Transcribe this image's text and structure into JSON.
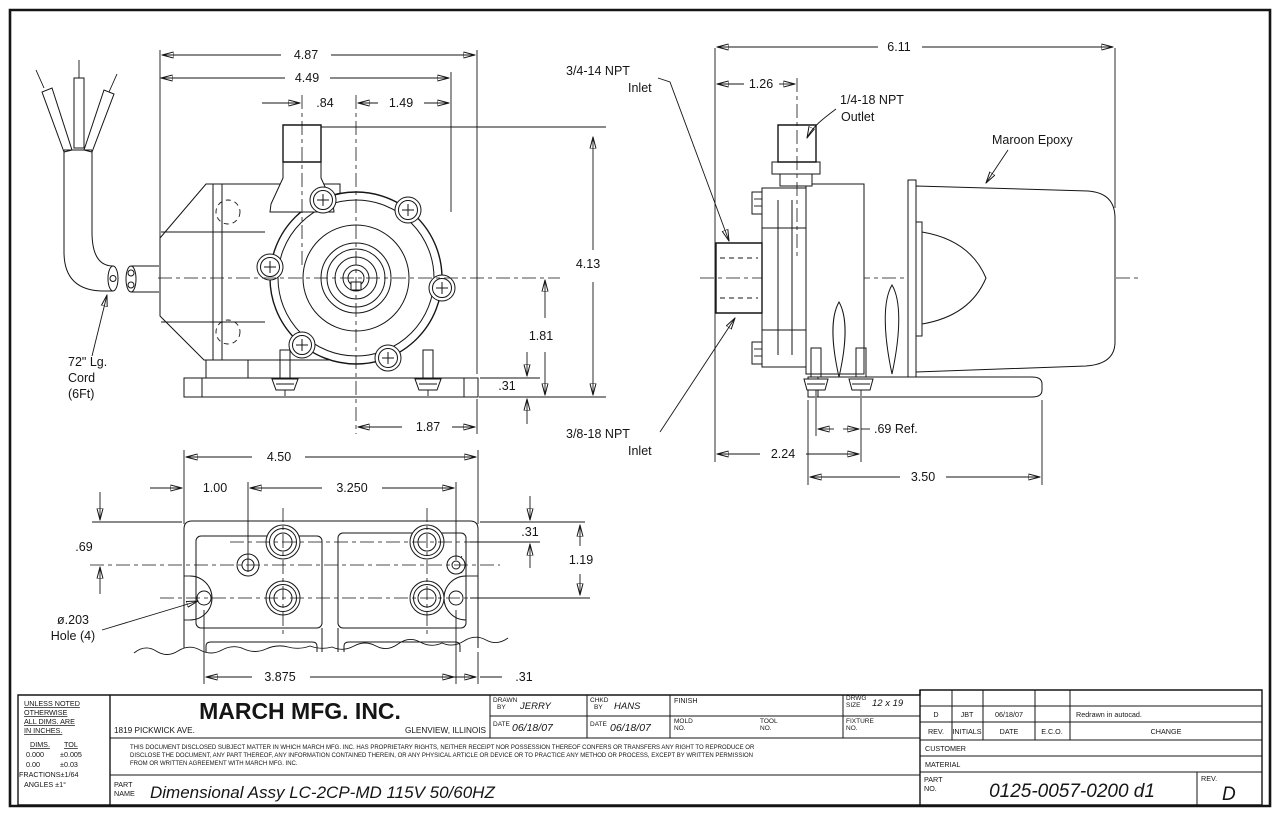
{
  "colors": {
    "ink": "#151515",
    "paper": "#ffffff"
  },
  "front_view": {
    "dim_overall_width": "4.87",
    "dim_body_width": "4.49",
    "dim_outlet_offset": ".84",
    "dim_outlet_to_edge": "1.49",
    "dim_overall_height": "4.13",
    "dim_centerline_height": "1.81",
    "dim_base_thickness": ".31",
    "dim_center_to_base_edge": "1.87",
    "cord_label_line1": "72\" Lg.",
    "cord_label_line2": "Cord",
    "cord_label_line3": "(6Ft)"
  },
  "side_view": {
    "dim_overall_length": "6.11",
    "dim_inlet_to_outlet": "1.26",
    "outlet_label_line1": "1/4-18 NPT",
    "outlet_label_line2": "Outlet",
    "inlet_front_label_line1": "3/4-14 NPT",
    "inlet_front_label_line2": "Inlet",
    "inlet_side_label_line1": "3/8-18 NPT",
    "inlet_side_label_line2": "Inlet",
    "epoxy_label": "Maroon Epoxy",
    "dim_stud_spacing": ".69  Ref.",
    "dim_inlet_to_stud": "2.24",
    "dim_base_length": "3.50"
  },
  "bottom_view": {
    "dim_base_width": "4.50",
    "dim_edge_to_hole": "1.00",
    "dim_hole_span": "3.250",
    "dim_edge_to_centerline": ".69",
    "dim_edge_to_hole_row": ".31",
    "dim_hole_row_span": "1.19",
    "hole_label_line1": "ø.203",
    "hole_label_line2": "Hole (4)",
    "dim_mount_hole_span": "3.875",
    "dim_hole_to_edge": ".31"
  },
  "title_block": {
    "tolerance_note_line1": "UNLESS NOTED",
    "tolerance_note_line2": "OTHERWISE",
    "tolerance_note_line3": "ALL DIMS. ARE",
    "tolerance_note_line4": "IN INCHES.",
    "dims_header": "DIMS.",
    "tol_header": "TOL",
    "tol_row1_dims": "0.000",
    "tol_row1_tol": "±0.005",
    "tol_row2_dims": "0.00",
    "tol_row2_tol": "±0.03",
    "tol_fractions": "FRACTIONS±1/64",
    "tol_angles": "ANGLES  ±1°",
    "company_name": "MARCH MFG. INC.",
    "company_address": "1819 PICKWICK AVE.",
    "company_city": "GLENVIEW, ILLINOIS",
    "drawn_label_line1": "DRAWN",
    "drawn_label_line2": "BY",
    "drawn_value": "JERRY",
    "checked_label_line1": "CHKD",
    "checked_label_line2": "BY",
    "checked_value": "HANS",
    "date_label": "DATE",
    "drawn_date": "06/18/07",
    "checked_date": "06/18/07",
    "finish_label": "FINISH",
    "drwg_label_line1": "DRWG",
    "drwg_label_line2": "SIZE",
    "drwg_size": "12 x 19",
    "mold_label_line1": "MOLD",
    "mold_label_line2": "NO.",
    "tool_label_line1": "TOOL",
    "tool_label_line2": "NO.",
    "fixture_label_line1": "FIXTURE",
    "fixture_label_line2": "NO.",
    "legal_line1": "THIS DOCUMENT DISCLOSED SUBJECT MATTER IN WHICH MARCH MFG. INC. HAS PROPRIETARY RIGHTS, NEITHER RECEIPT NOR POSSESSION THEREOF CONFERS OR TRANSFERS ANY RIGHT TO REPRODUCE OR",
    "legal_line2": "DISCLOSE THE DOCUMENT, ANY PART THEREOF, ANY INFORMATION CONTAINED THEREIN, OR ANY PHYSICAL ARTICLE OR DEVICE OR TO PRACTICE ANY METHOD OR PROCESS, EXCEPT BY WRITTEN PERMISSION",
    "legal_line3": "FROM OR WRITTEN AGREEMENT WITH MARCH MFG. INC.",
    "part_name_label_line1": "PART",
    "part_name_label_line2": "NAME",
    "part_name": "Dimensional  Assy  LC-2CP-MD  115V  50/60HZ",
    "revision_row": {
      "rev": "D",
      "initials": "JBT",
      "date": "06/18/07",
      "eco": "",
      "change": "Redrawn  in  autocad."
    },
    "revision_headers": {
      "rev": "REV.",
      "initials": "INITIALS",
      "date": "DATE",
      "eco": "E.C.O.",
      "change": "CHANGE"
    },
    "customer_label": "CUSTOMER",
    "material_label": "MATERIAL",
    "part_no_label_line1": "PART",
    "part_no_label_line2": "NO.",
    "part_number": "0125-0057-0200  d1",
    "rev_label": "REV.",
    "rev_value": "D"
  }
}
